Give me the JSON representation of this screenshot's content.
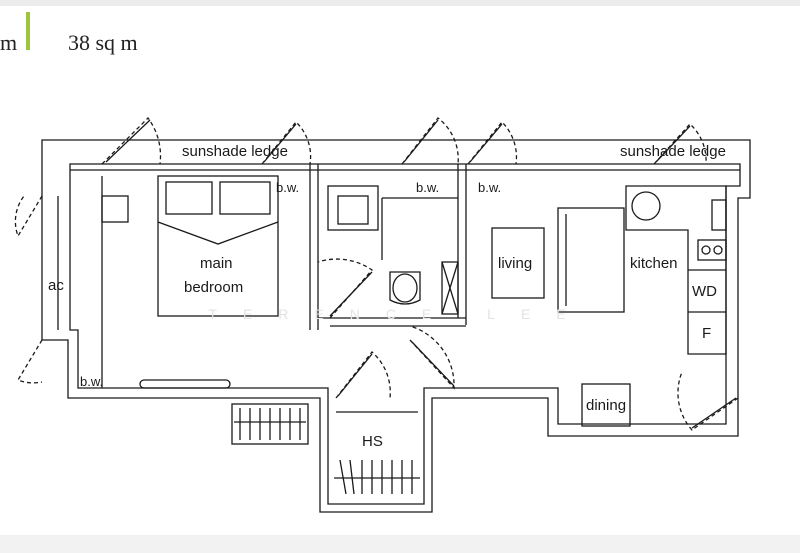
{
  "header": {
    "unit_fragment": "m",
    "area": "38 sq m"
  },
  "watermark": "TERENCE LEE",
  "rooms": {
    "main_bedroom_line1": "main",
    "main_bedroom_line2": "bedroom",
    "living": "living",
    "kitchen": "kitchen",
    "dining": "dining",
    "hs": "HS",
    "ac": "ac",
    "wd": "WD",
    "fridge": "F"
  },
  "annotations": {
    "sunshade_left": "sunshade ledge",
    "sunshade_right": "sunshade ledge",
    "bw_bedroom_top": "b.w.",
    "bw_bath_top": "b.w.",
    "bw_living_top": "b.w.",
    "bw_bedroom_bottom": "b.w."
  },
  "colors": {
    "line": "#1a1a1a",
    "accent_bar": "#9bc53d"
  }
}
